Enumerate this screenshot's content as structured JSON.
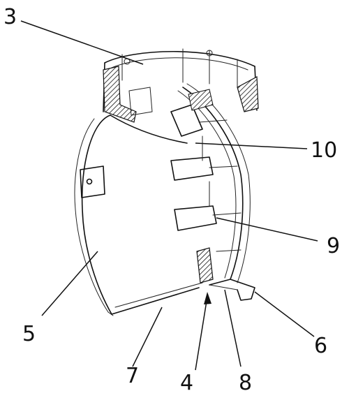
{
  "labels": {
    "l3": "3",
    "l10": "10",
    "l9": "9",
    "l5": "5",
    "l6": "6",
    "l7": "7",
    "l4": "4",
    "l8": "8"
  },
  "colors": {
    "line": "#111111",
    "hatch": "#111111",
    "background": "#ffffff"
  }
}
